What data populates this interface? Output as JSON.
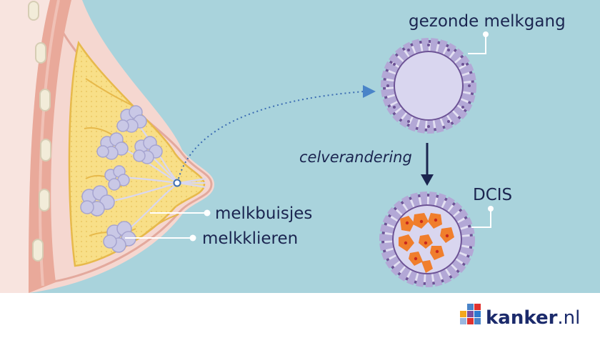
{
  "labels": {
    "healthy_duct": "gezonde melkgang",
    "cell_change": "celverandering",
    "dcis": "DCIS",
    "milk_ducts": "melkbuisjes",
    "milk_glands": "melkklieren"
  },
  "brand": {
    "name": "kanker",
    "tld": ".nl"
  },
  "colors": {
    "background": "#a9d3dc",
    "skin": "#f6dcd6",
    "fat": "#f8e08a",
    "gland": "#c9c8e6",
    "duct_wall": "#5b3f80",
    "tumor": "#f07e2c",
    "arrow": "#4a84c8",
    "text": "#1b2550"
  }
}
